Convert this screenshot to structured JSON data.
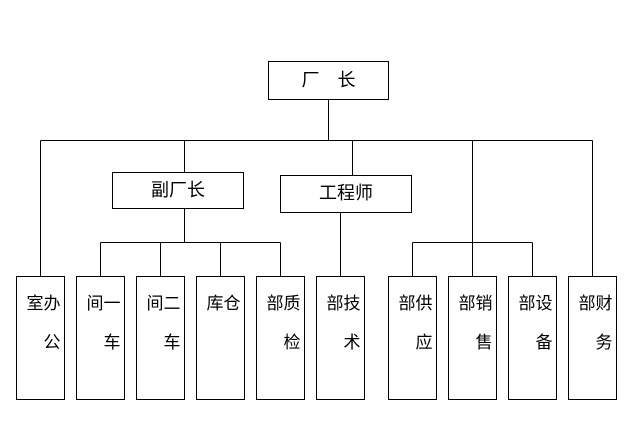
{
  "org_chart": {
    "director": "厂长",
    "deputy_director": "副厂长",
    "chief_engineer": "工程师",
    "departments": {
      "office": "办公室",
      "workshop_1": "一车间",
      "workshop_2": "二车间",
      "warehouse": "仓库",
      "quality_inspection": "质检部",
      "technical": "技术部",
      "supply": "供应部",
      "sales": "销售部",
      "equipment": "设备部",
      "finance": "财务部"
    }
  }
}
